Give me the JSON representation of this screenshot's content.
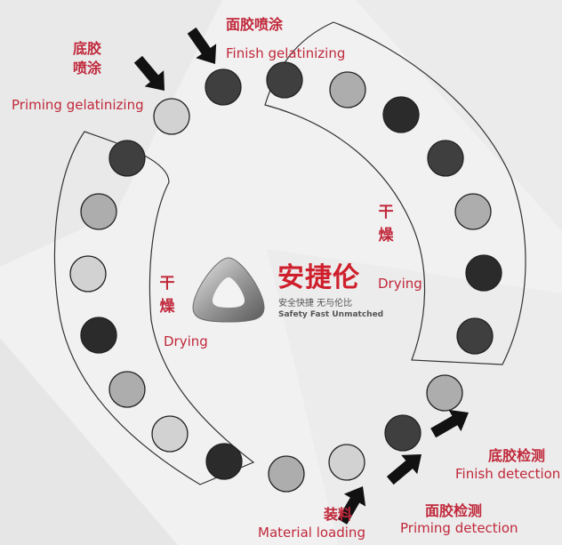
{
  "labels": {
    "finish_gel_zh": "面胶喷涂",
    "finish_gel_en": "Finish gelatinizing",
    "priming_gel_zh": "底胶\n喷涂",
    "priming_gel_en": "Priming gelatinizing",
    "drying_left_zh": "干燥",
    "drying_left_en": "Drying",
    "drying_right_zh": "干燥",
    "drying_right_en": "Drying",
    "finish_detect_zh": "底胶检测",
    "finish_detect_en": "Finish detection",
    "priming_detect_zh": "面胶检测",
    "priming_detect_en": "Priming detection",
    "loading_zh": "装料",
    "loading_en": "Material loading"
  },
  "brand": {
    "name_zh": "安捷伦",
    "slogan_zh": "安全快捷 无与伦比",
    "slogan_en": "Safety Fast Unmatched"
  },
  "colors": {
    "label_red": "#c0283a",
    "brand_red": "#cf1f2c",
    "light": "#d2d2d2",
    "medium": "#adadad",
    "dark": "#3f3f3f",
    "darkest": "#2b2b2b"
  }
}
